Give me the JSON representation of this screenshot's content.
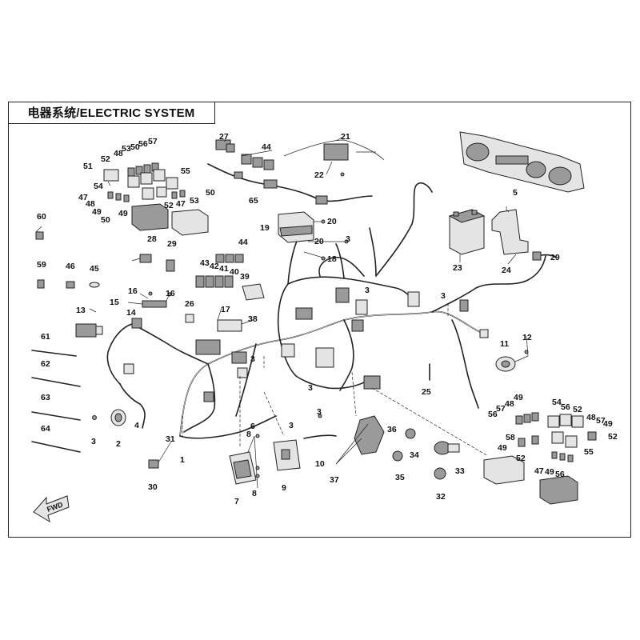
{
  "diagram": {
    "title": "电器系统/ELECTRIC SYSTEM",
    "direction_label": "FWD",
    "callouts": [
      "1",
      "2",
      "3",
      "4",
      "5",
      "6",
      "7",
      "8",
      "9",
      "10",
      "11",
      "12",
      "13",
      "14",
      "15",
      "16",
      "17",
      "18",
      "19",
      "20",
      "21",
      "22",
      "23",
      "24",
      "25",
      "26",
      "27",
      "28",
      "29",
      "30",
      "31",
      "32",
      "33",
      "34",
      "35",
      "36",
      "37",
      "38",
      "39",
      "40",
      "41",
      "42",
      "43",
      "44",
      "45",
      "46",
      "47",
      "48",
      "49",
      "50",
      "51",
      "52",
      "53",
      "54",
      "55",
      "56",
      "57",
      "58",
      "59",
      "60",
      "61",
      "62",
      "63",
      "64",
      "65"
    ]
  }
}
